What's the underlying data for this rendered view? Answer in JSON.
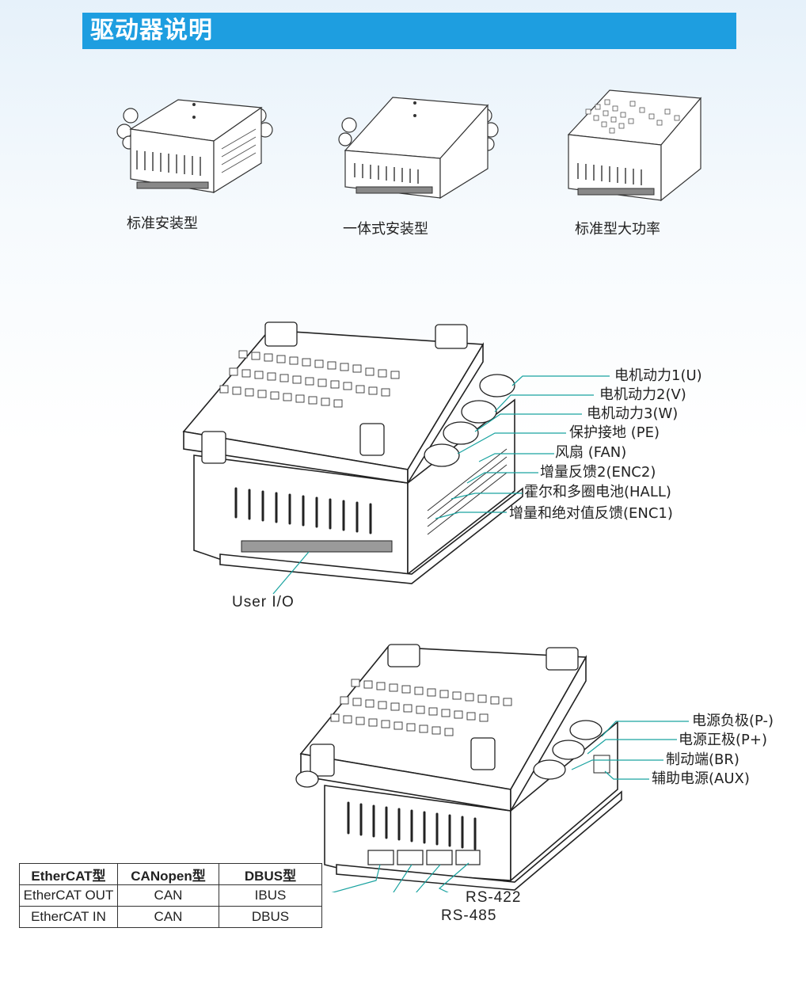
{
  "header": {
    "title": "驱动器说明"
  },
  "thumbnails": [
    {
      "caption": "标准安装型"
    },
    {
      "caption": "一体式安装型"
    },
    {
      "caption": "标准型大功率"
    }
  ],
  "diagram1": {
    "labels": [
      "电机动力1(U)",
      "电机动力2(V)",
      "电机动力3(W)",
      "保护接地 (PE)",
      "风扇 (FAN)",
      "增量反馈2(ENC2)",
      "霍尔和多圈电池(HALL)",
      "增量和绝对值反馈(ENC1)"
    ],
    "io_label": "User I/O"
  },
  "diagram2": {
    "labels": [
      "电源负极(P-)",
      "电源正极(P+)",
      "制动端(BR)",
      "辅助电源(AUX)"
    ],
    "rs422": "RS-422",
    "rs485": "RS-485"
  },
  "bus_table": {
    "headers": [
      "EtherCAT型",
      "CANopen型",
      "DBUS型"
    ],
    "rows": [
      [
        "EtherCAT OUT",
        "CAN",
        "IBUS"
      ],
      [
        "EtherCAT IN",
        "CAN",
        "DBUS"
      ]
    ]
  },
  "colors": {
    "accent": "#1e9ee0",
    "leader": "#1aa3a0"
  }
}
